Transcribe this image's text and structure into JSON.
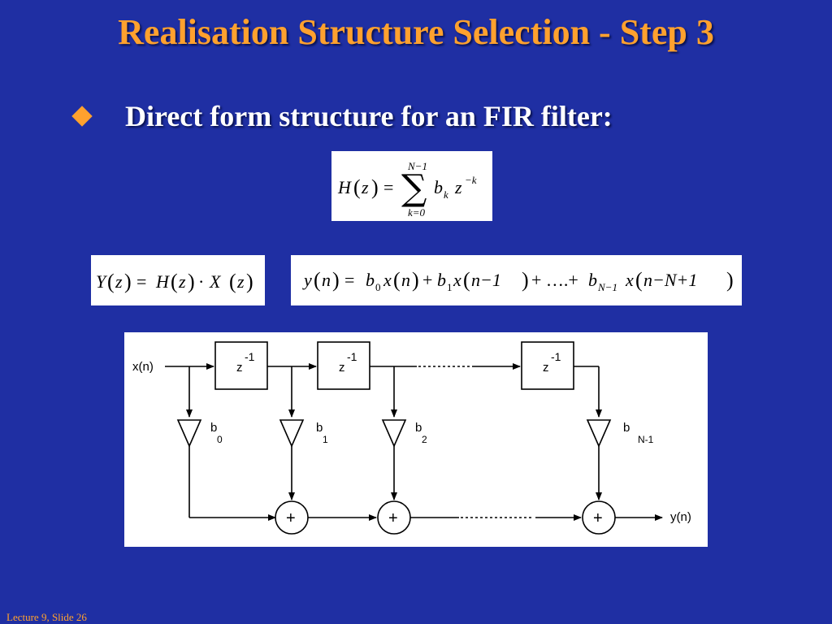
{
  "title": "Realisation Structure Selection - Step 3",
  "bullet": {
    "text": "Direct form structure for an FIR filter:",
    "color": "#ffa12e",
    "icon": "diamond-bullet-icon"
  },
  "equations": {
    "transfer_function": {
      "lhs": "H",
      "arg": "z",
      "equals": "=",
      "sum_upper": "N−1",
      "sum_lower": "k=0",
      "coef": "b",
      "coef_sub": "k",
      "var": "z",
      "exp": "−k"
    },
    "output_relation": {
      "y": "Y",
      "h": "H",
      "x": "X",
      "z": "z",
      "equals": "=",
      "dot": "·"
    },
    "difference_equation": {
      "y": "y",
      "n": "n",
      "equals": "=",
      "b": "b",
      "x": "x",
      "sub0": "0",
      "sub1": "1",
      "subN": "N−1",
      "minus1": "n−1",
      "ellipsis": "+ ….+",
      "last_arg": "n−N+1",
      "plus": "+"
    }
  },
  "diagram": {
    "input_label": "x(n)",
    "output_label": "y(n)",
    "delay_base": "z",
    "delay_exp": "-1",
    "coef_base": "b",
    "coef_subs": [
      "0",
      "1",
      "2",
      "N-1"
    ],
    "adder_symbol": "+"
  },
  "footer": "Lecture 9, Slide 26",
  "colors": {
    "background": "#1f2fa3",
    "accent": "#ffa12e",
    "text": "#ffffff"
  }
}
